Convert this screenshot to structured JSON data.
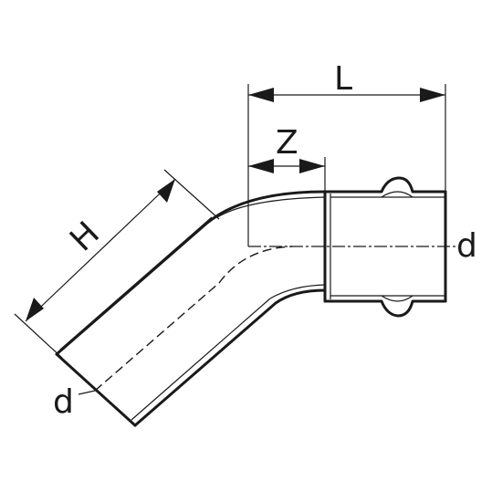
{
  "drawing": {
    "labels": {
      "L": "L",
      "Z": "Z",
      "H": "H",
      "d_right": "d",
      "d_left": "d"
    }
  }
}
